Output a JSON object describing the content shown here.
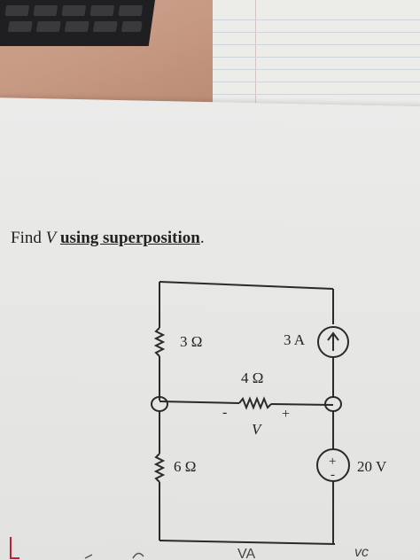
{
  "problem": {
    "prefix": "Find ",
    "variable": "V",
    "method": "using superposition",
    "suffix": "."
  },
  "circuit": {
    "r_top_left": "3 Ω",
    "r_bottom_left": "6 Ω",
    "r_middle": "4 Ω",
    "current_source": "3 A",
    "voltage_source": "20 V",
    "output_var": "V",
    "minus_sign": "-",
    "plus_sign": "+",
    "source_plus": "+",
    "source_minus": "-"
  },
  "scribbles": {
    "bottom_mid": "VA",
    "bottom_right": "vc"
  }
}
